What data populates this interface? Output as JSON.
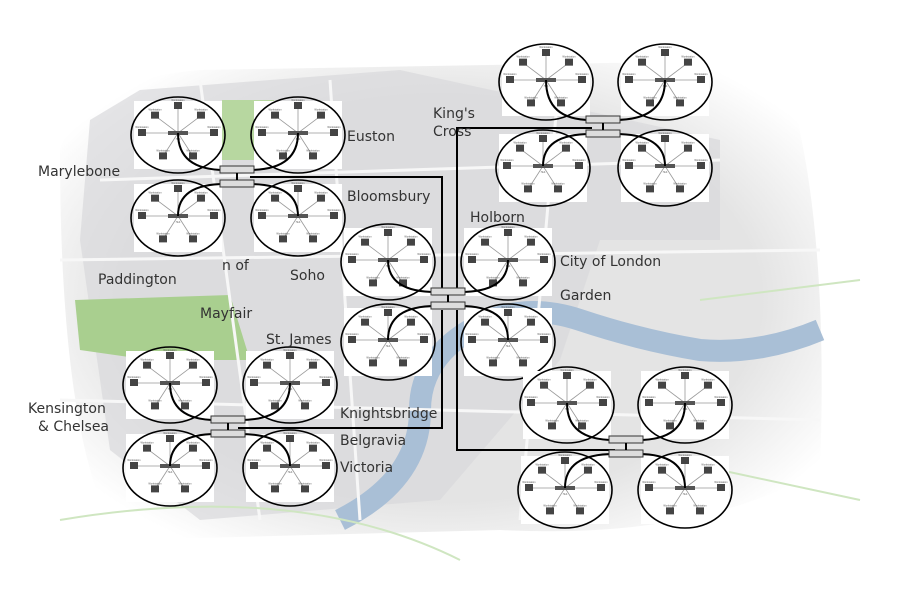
{
  "map_labels": {
    "marylebone": "Marylebone",
    "euston": "Euston",
    "kings_cross_1": "King's",
    "kings_cross_2": "Cross",
    "bloomsbury": "Bloomsbury",
    "paddington": "Paddington",
    "mayfair": "Mayfair",
    "city": "City of London",
    "soho": "Soho",
    "holborn": "Holborn",
    "covent_garden": "Garden",
    "st_james": "St. James",
    "kensington_1": "Kensington",
    "kensington_2": "& Chelsea",
    "knightsbridge_1": "Knightsbridge",
    "knightsbridge_2": "Belgravia",
    "victoria": "Victoria",
    "regents_park": "n of"
  },
  "network": {
    "node_label": "Workstation",
    "hub_label": "Hub",
    "colors": {
      "line": "#000000",
      "map_bg": "#e6e6e6",
      "park": "#b7d7a0",
      "river": "#a9bfd6"
    }
  }
}
